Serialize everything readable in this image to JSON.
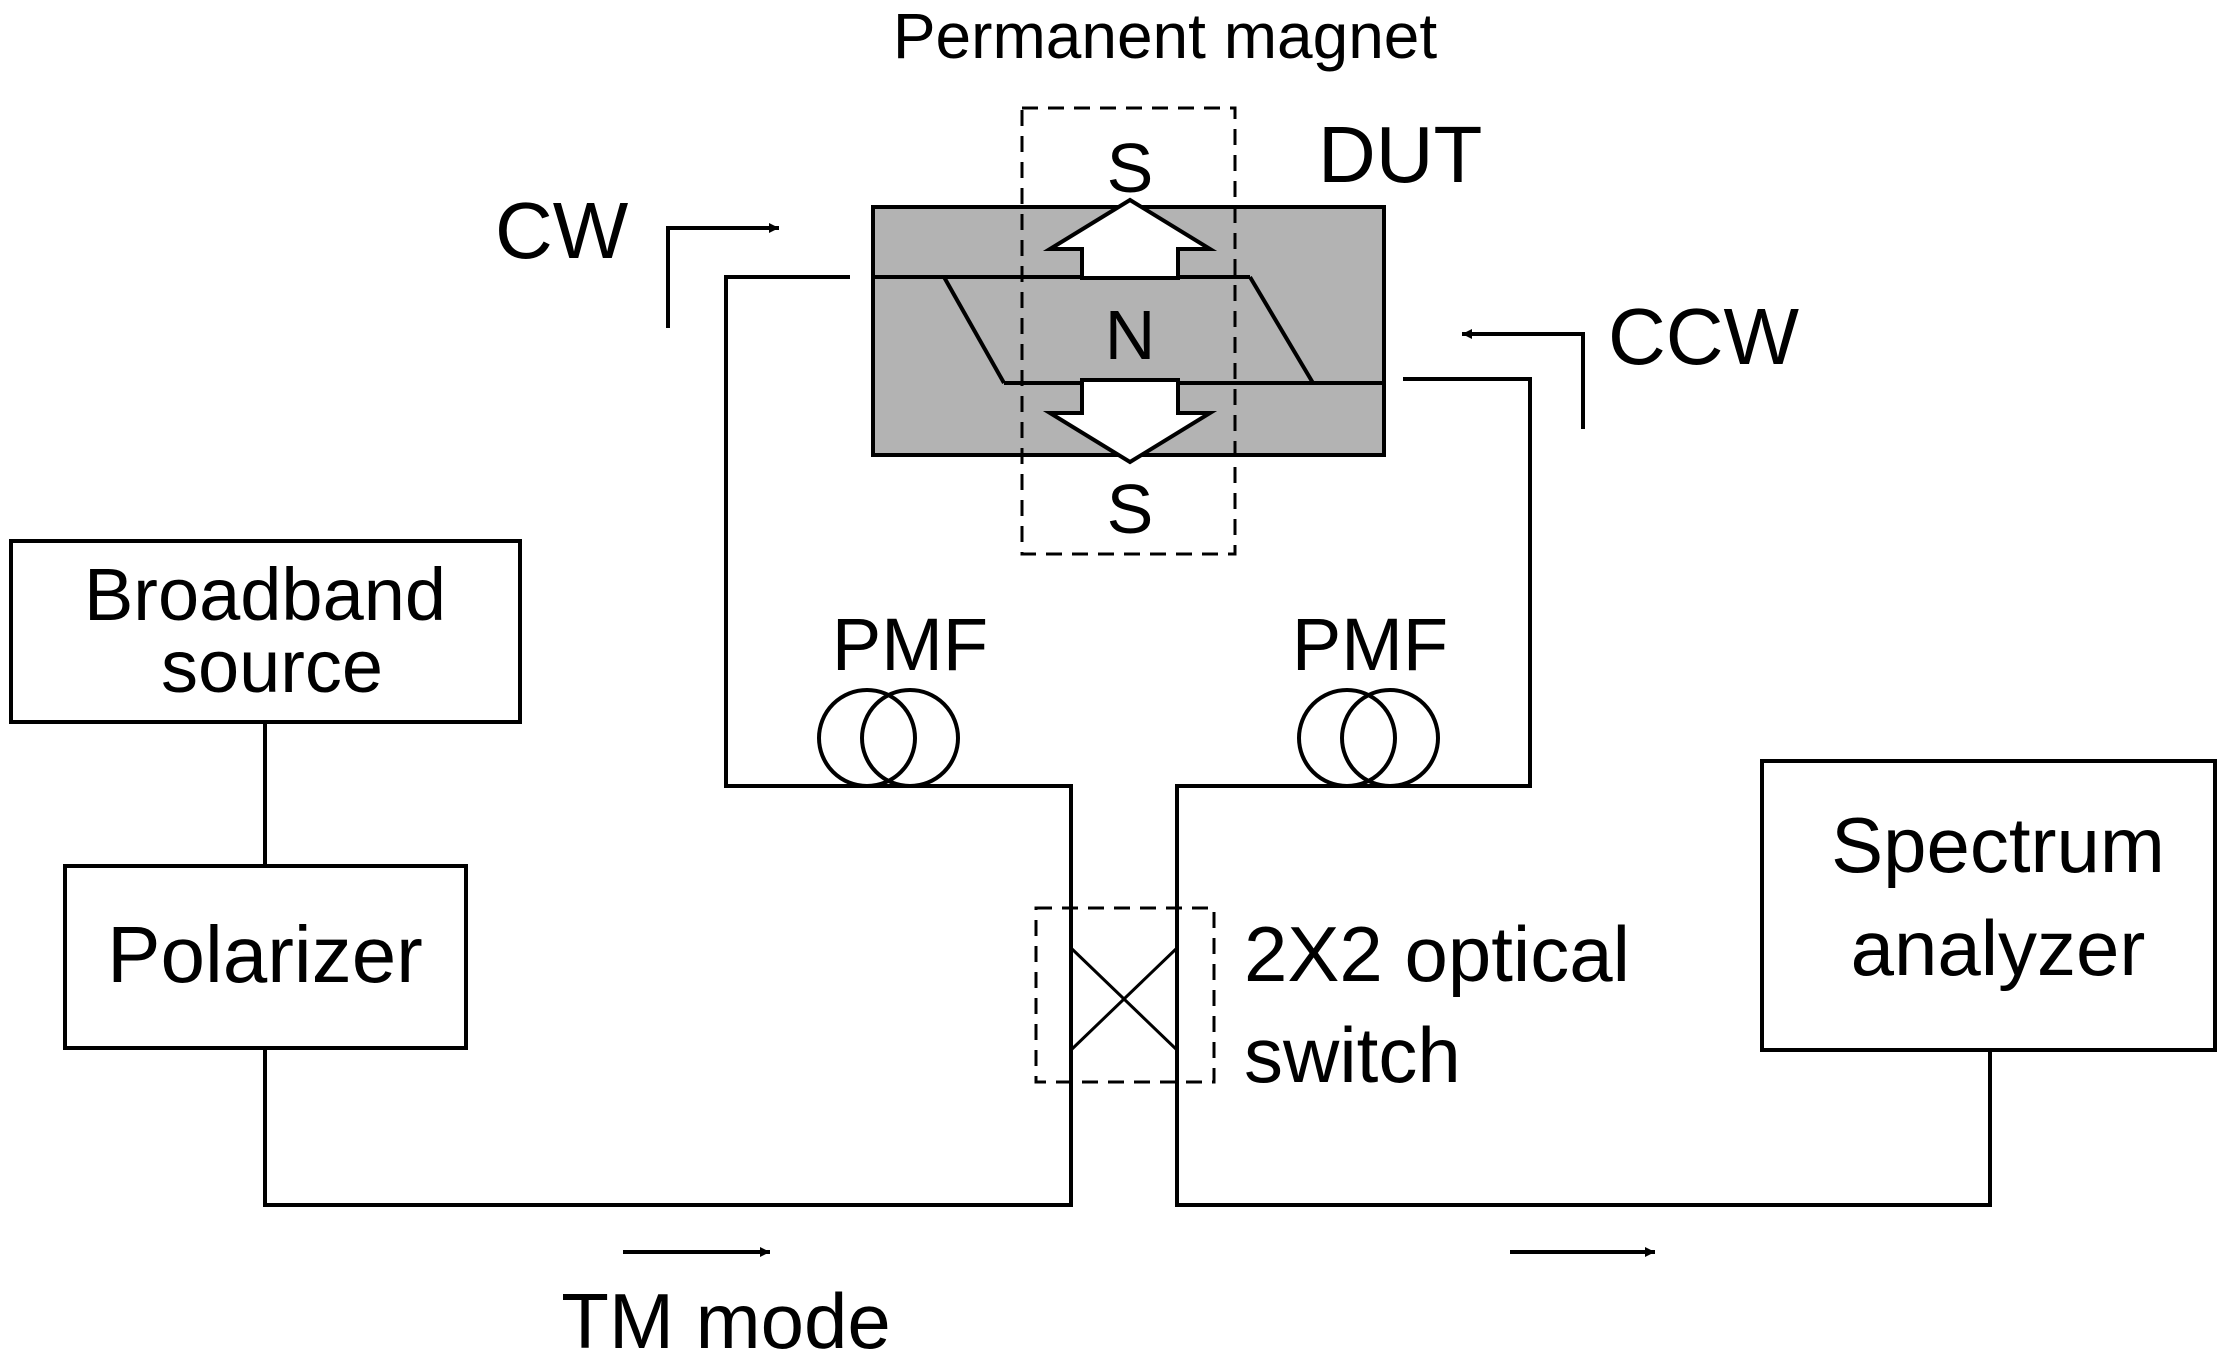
{
  "labels": {
    "permanent_magnet": "Permanent magnet",
    "dut": "DUT",
    "cw": "CW",
    "ccw": "CCW",
    "pole_top": "S",
    "pole_center": "N",
    "pole_bottom": "S",
    "broadband_line1": "Broadband",
    "broadband_line2": "source",
    "polarizer": "Polarizer",
    "pmf_left": "PMF",
    "pmf_right": "PMF",
    "switch_line1": "2X2 optical",
    "switch_line2": "switch",
    "spectrum_line1": "Spectrum",
    "spectrum_line2": "analyzer",
    "tm_mode": "TM mode"
  },
  "colors": {
    "dut_fill": "#b3b3b3",
    "line": "#000000",
    "background": "#ffffff"
  }
}
